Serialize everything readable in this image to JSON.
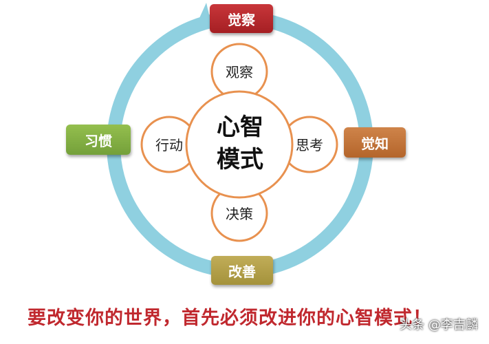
{
  "cycle": {
    "top": "觉察",
    "right": "觉知",
    "bottom": "改善",
    "left": "习惯"
  },
  "center": {
    "line1": "心智",
    "line2": "模式"
  },
  "petals": {
    "top": "观察",
    "right": "思考",
    "bottom": "决策",
    "left": "行动"
  },
  "slogan": "要改变你的世界，首先必须改进你的心智模式！",
  "watermark": "头条 @李吉麟",
  "colors": {
    "ring": "#8fd0e0",
    "circle_stroke": "#e8914f",
    "top_box": "#b62a2e",
    "right_box": "#c4723a",
    "left_box": "#86b146",
    "bottom_box": "#b59f47",
    "slogan": "#c0282e"
  }
}
